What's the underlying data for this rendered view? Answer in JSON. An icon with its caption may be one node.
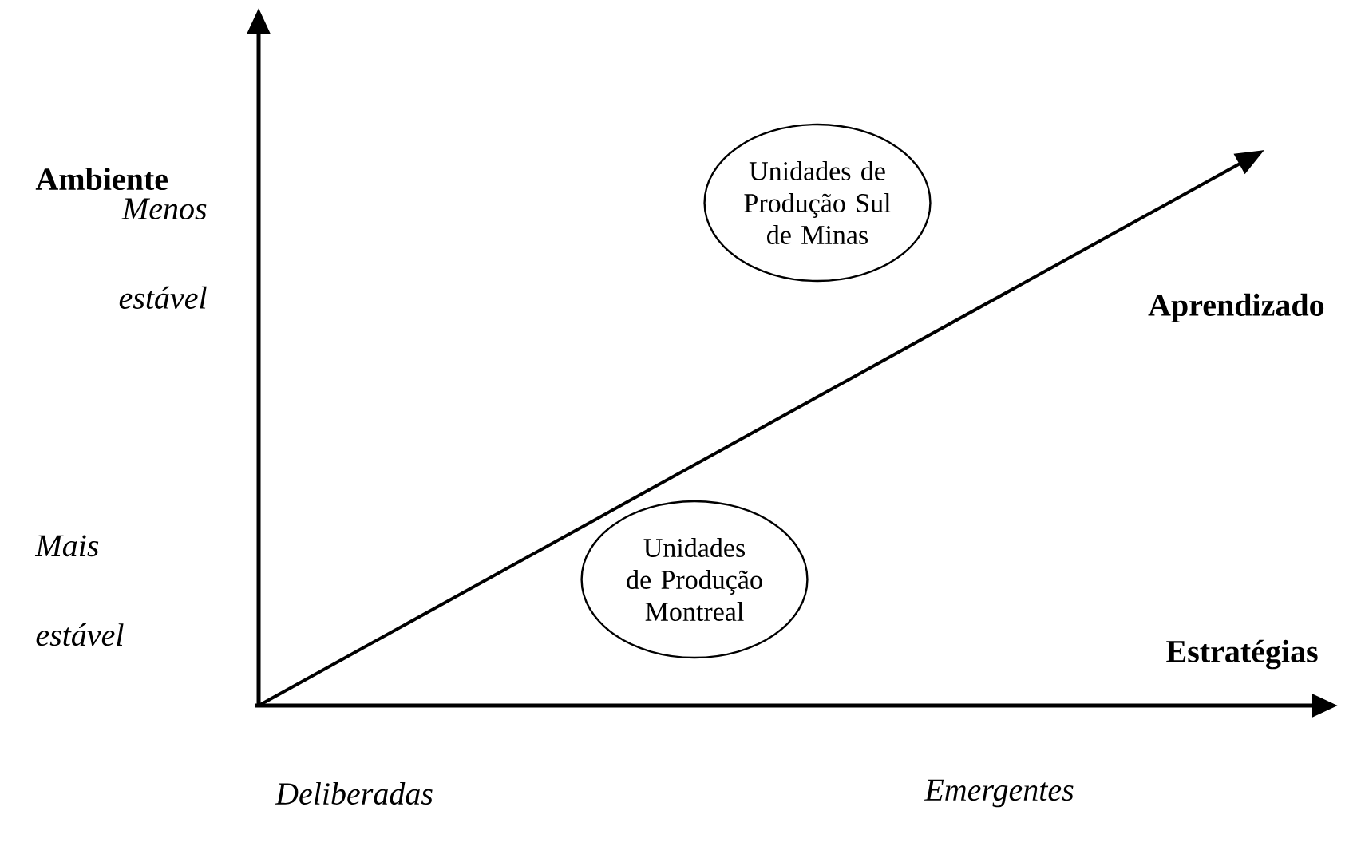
{
  "diagram": {
    "nodes": [
      {
        "text": [
          "Unidades de Produção Sul de Minas"
        ]
      },
      {
        "text": [
          "Unidades de Produção Montreal"
        ]
      }
    ],
    "labels": [
      "Ambiente",
      "Menos estável",
      "Aprendizado",
      "Mais estável",
      "Estratégias",
      "Deliberadas",
      "Emergentes"
    ]
  }
}
